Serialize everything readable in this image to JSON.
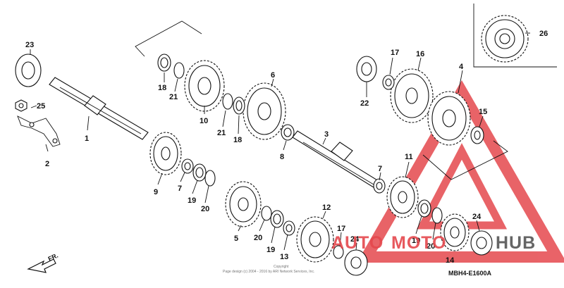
{
  "diagram": {
    "part_labels": [
      "1",
      "2",
      "3",
      "4",
      "5",
      "6",
      "7",
      "7",
      "8",
      "9",
      "10",
      "11",
      "12",
      "13",
      "14",
      "15",
      "16",
      "17",
      "17",
      "18",
      "18",
      "19",
      "19",
      "19",
      "20",
      "20",
      "20",
      "21",
      "21",
      "22",
      "23",
      "24",
      "24",
      "25",
      "26"
    ],
    "direction_label": "FR.",
    "diagram_code": "MBH4-E1600A",
    "copyright_line1": "Copyright",
    "copyright_line2": "Page design (c) 2004 - 2016 by ARI Network Services, Inc.",
    "watermark": {
      "auto": "AUTO",
      "moto": "MOTO",
      "hub": "HUB"
    }
  },
  "colors": {
    "ink": "#111111",
    "watermark_red": "#e5484d",
    "watermark_gray": "#555555"
  }
}
